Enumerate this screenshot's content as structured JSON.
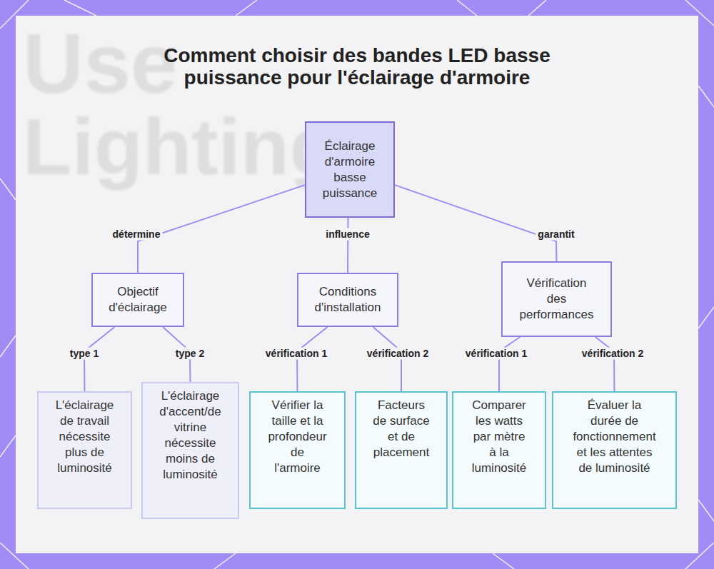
{
  "diagram": {
    "title": "Comment choisir des bandes LED basse puissance pour l'éclairage d'armoire",
    "nodes": [
      {
        "text": [
          "Éclairage d'armoire basse puissance"
        ]
      },
      {
        "text": [
          "Objectif d'éclairage"
        ]
      },
      {
        "text": [
          "Conditions d'installation"
        ]
      },
      {
        "text": [
          "Vérification des performances"
        ]
      },
      {
        "text": [
          "L'éclairage de travail nécessite plus de luminosité"
        ]
      },
      {
        "text": [
          "L'éclairage d'accent/de vitrine nécessite moins de luminosité"
        ]
      },
      {
        "text": [
          "Vérifier la taille et la profondeur de l'armoire"
        ]
      },
      {
        "text": [
          "Facteurs de surface et de placement"
        ]
      },
      {
        "text": [
          "Comparer les watts par mètre à la luminosité"
        ]
      },
      {
        "text": [
          "Évaluer la durée de fonctionnement et les attentes de luminosité"
        ]
      }
    ],
    "edges": [
      {
        "from": 0,
        "to": 1,
        "label": "détermine",
        "arrow": "none"
      },
      {
        "from": 0,
        "to": 2,
        "label": "influence",
        "arrow": "none"
      },
      {
        "from": 0,
        "to": 3,
        "label": "garantit",
        "arrow": "none"
      },
      {
        "from": 1,
        "to": 4,
        "label": "type 1",
        "arrow": "none"
      },
      {
        "from": 1,
        "to": 5,
        "label": "type 2",
        "arrow": "none"
      },
      {
        "from": 2,
        "to": 6,
        "label": "vérification 1",
        "arrow": "none"
      },
      {
        "from": 2,
        "to": 7,
        "label": "vérification 2",
        "arrow": "none"
      },
      {
        "from": 3,
        "to": 8,
        "label": "vérification 1",
        "arrow": "none"
      },
      {
        "from": 3,
        "to": 9,
        "label": "vérification 2",
        "arrow": "none"
      }
    ],
    "labels": [
      "Use",
      "Lighting"
    ]
  }
}
